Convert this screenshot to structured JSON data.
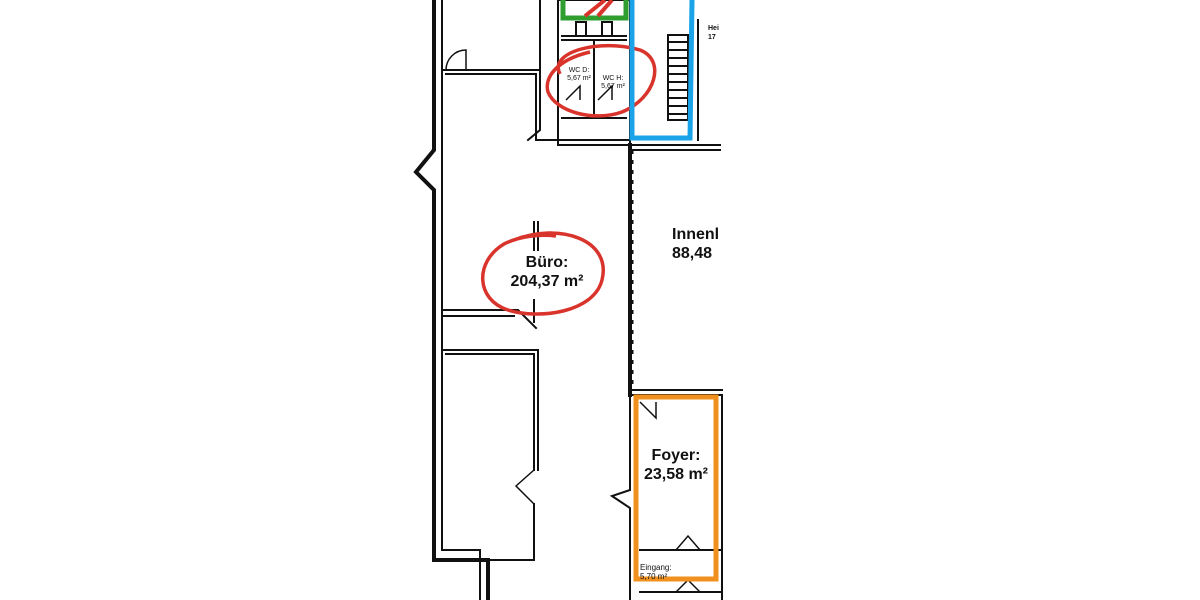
{
  "rooms": {
    "buero": {
      "name": "Büro:",
      "area": "204,37 m²",
      "highlight": "red-circle"
    },
    "innen": {
      "name": "Innenl",
      "area": "88,48"
    },
    "foyer": {
      "name": "Foyer:",
      "area": "23,58 m²",
      "highlight": "orange-rectangle"
    },
    "wc_d": {
      "name": "WC D:",
      "area": "5,67 m²"
    },
    "wc_h": {
      "name": "WC H:",
      "area": "5,67 m²"
    },
    "eingang": {
      "name": "Eingang:",
      "area": "5,70 m²"
    },
    "heiz": {
      "name": "Hei",
      "area": "17"
    }
  },
  "colors": {
    "red_marker": "#d9342b",
    "blue_marker": "#1aa3e8",
    "orange_marker": "#f0901e",
    "green_marker": "#2f9e2f",
    "walls": "#111111"
  }
}
